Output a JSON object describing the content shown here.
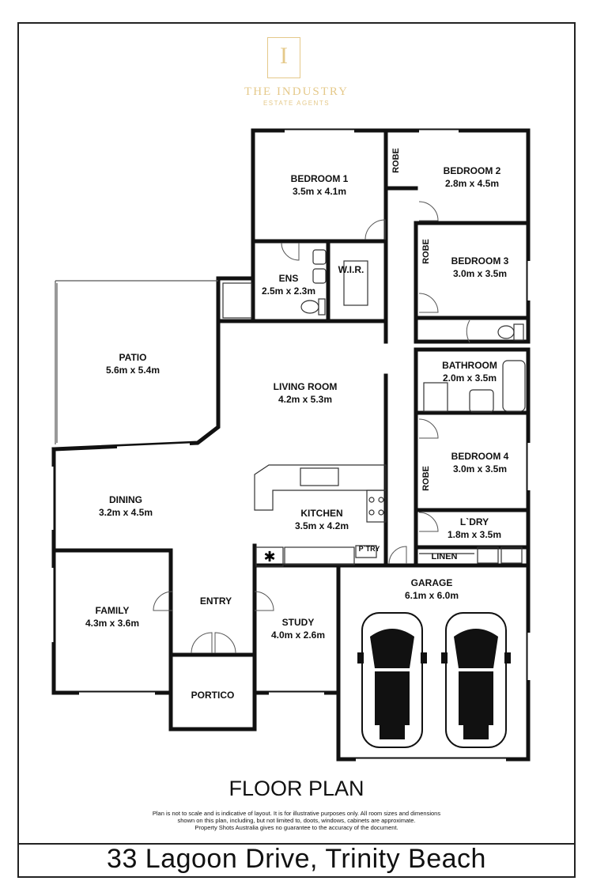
{
  "logo": {
    "letter": "I",
    "name": "THE INDUSTRY",
    "subtitle": "ESTATE AGENTS"
  },
  "rooms": {
    "bedroom1": {
      "name": "BEDROOM 1",
      "size": "3.5m x 4.1m"
    },
    "bedroom2": {
      "name": "BEDROOM 2",
      "size": "2.8m x 4.5m"
    },
    "bedroom3": {
      "name": "BEDROOM 3",
      "size": "3.0m x 3.5m"
    },
    "bedroom4": {
      "name": "BEDROOM 4",
      "size": "3.0m x 3.5m"
    },
    "ens": {
      "name": "ENS",
      "size": "2.5m x 2.3m"
    },
    "wir": {
      "name": "W.I.R."
    },
    "robe1": {
      "name": "ROBE"
    },
    "robe2": {
      "name": "ROBE"
    },
    "robe3": {
      "name": "ROBE"
    },
    "patio": {
      "name": "PATIO",
      "size": "5.6m x 5.4m"
    },
    "living": {
      "name": "LIVING ROOM",
      "size": "4.2m x 5.3m"
    },
    "bathroom": {
      "name": "BATHROOM",
      "size": "2.0m  x 3.5m"
    },
    "dining": {
      "name": "DINING",
      "size": "3.2m x 4.5m"
    },
    "kitchen": {
      "name": "KITCHEN",
      "size": "3.5m x 4.2m"
    },
    "ptry": {
      "name": "P`TRY"
    },
    "ldry": {
      "name": "L`DRY",
      "size": "1.8m x 3.5m"
    },
    "linen": {
      "name": "LINEN"
    },
    "garage": {
      "name": "GARAGE",
      "size": "6.1m x 6.0m"
    },
    "family": {
      "name": "FAMILY",
      "size": "4.3m x 3.6m"
    },
    "entry": {
      "name": "ENTRY"
    },
    "study": {
      "name": "STUDY",
      "size": "4.0m x 2.6m"
    },
    "portico": {
      "name": "PORTICO"
    }
  },
  "title": "FLOOR PLAN",
  "disclaimer": {
    "line1": "Plan is not to scale and is indicative of layout. It is for illustrative purposes only. All room sizes and dimensions",
    "line2": "shown on this plan, including, but not limited to, doots, windows, cabinets are approximate.",
    "line3": "Property Shots Australia gives no guarantee to the accuracy of the document."
  },
  "address": "33 Lagoon Drive, Trinity Beach",
  "colors": {
    "wall": "#111111",
    "logo": "#e5c98a",
    "fixture": "#333333"
  }
}
